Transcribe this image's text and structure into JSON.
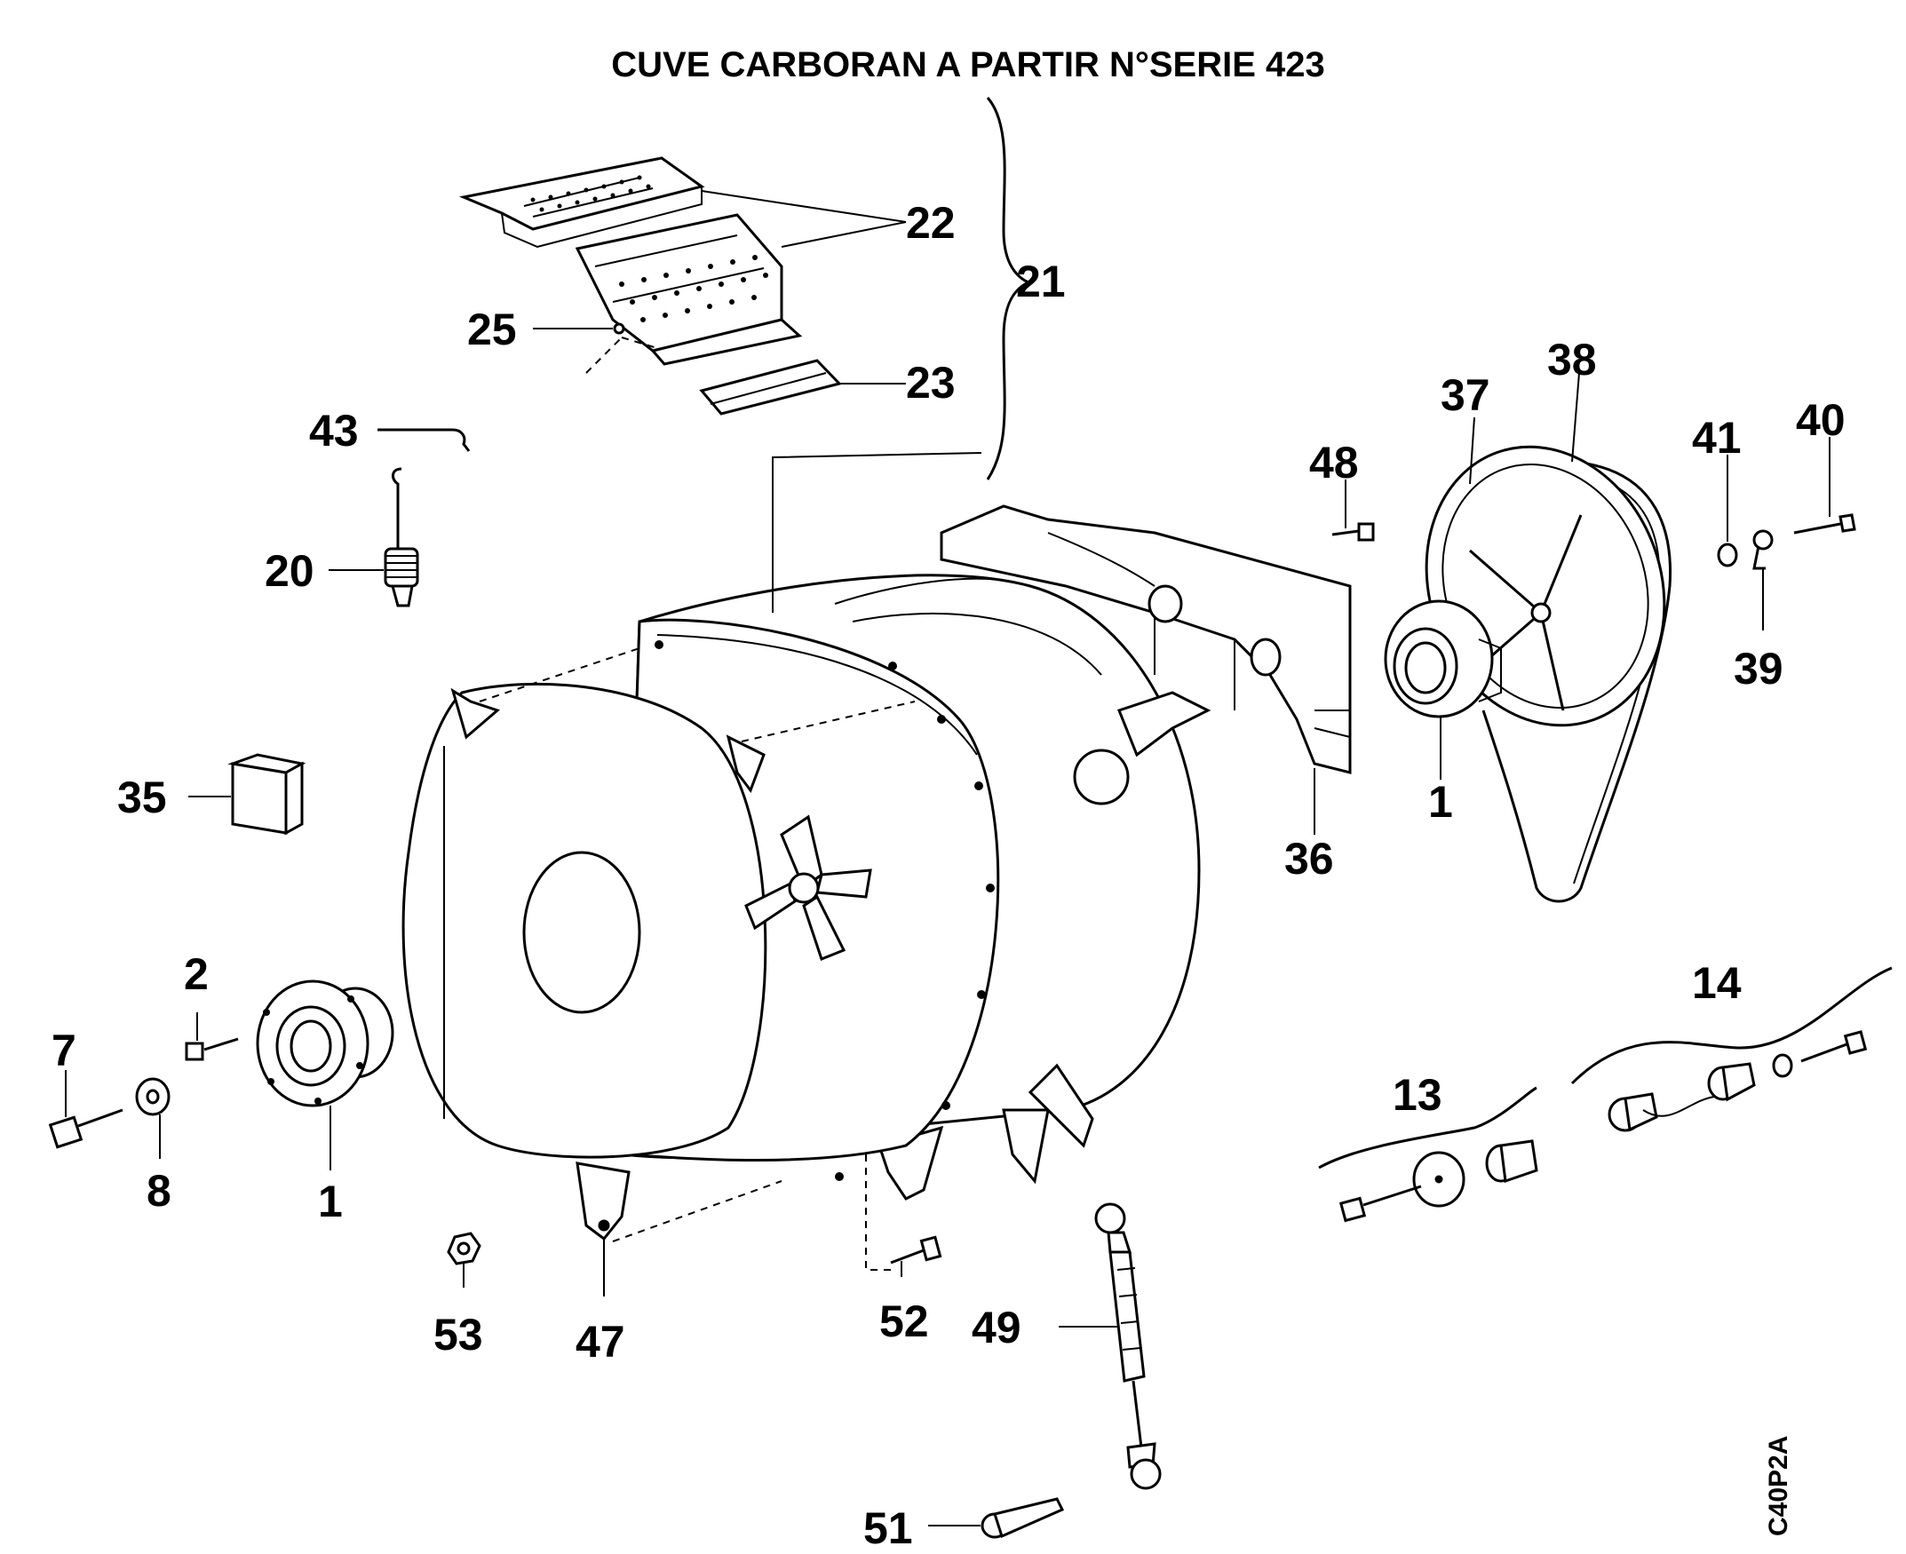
{
  "title": "CUVE CARBORAN A PARTIR  N°SERIE 423",
  "drawing_code": "C40P2A",
  "callouts": {
    "c22": "22",
    "c21": "21",
    "c25": "25",
    "c23": "23",
    "c43": "43",
    "c20": "20",
    "c35": "35",
    "c48": "48",
    "c37": "37",
    "c38": "38",
    "c41": "41",
    "c40": "40",
    "c39": "39",
    "c1a": "1",
    "c36": "36",
    "c14": "14",
    "c13": "13",
    "c2": "2",
    "c7": "7",
    "c8": "8",
    "c1b": "1",
    "c53": "53",
    "c47": "47",
    "c52": "52",
    "c49": "49",
    "c51": "51"
  }
}
